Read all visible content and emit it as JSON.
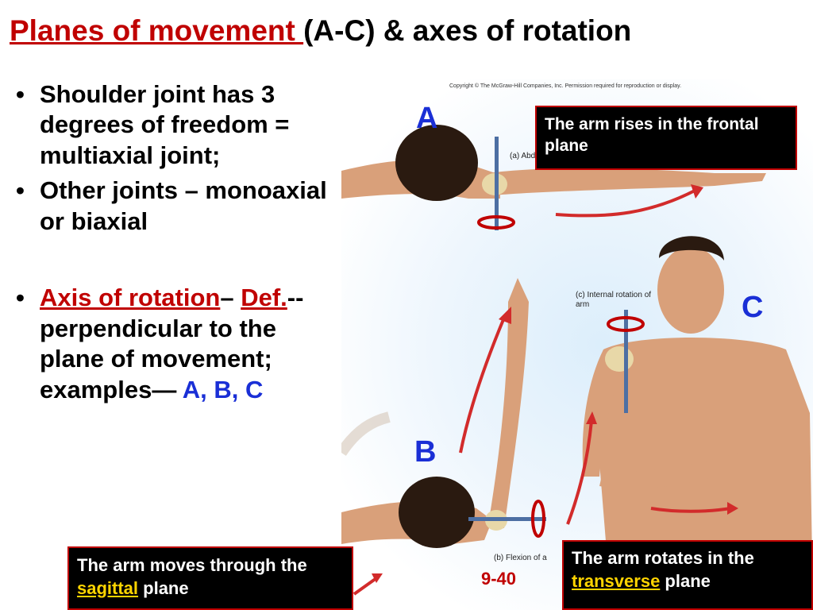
{
  "title": {
    "highlight": "Planes of movement ",
    "rest": "(A-C) & axes of rotation"
  },
  "bullets": {
    "b1": "Shoulder joint has 3 degrees of freedom = multiaxial joint;",
    "b2": "Other joints – monoaxial or biaxial",
    "b3": {
      "term": "Axis of rotation",
      "dash": "–",
      "def_label": "Def.",
      "def_text": "--perpendicular to the plane of movement; examples— ",
      "examples": "A, B, C"
    }
  },
  "figure": {
    "copyright": "Copyright © The McGraw-Hill Companies, Inc. Permission required for reproduction or display.",
    "label_a": "A",
    "label_b": "B",
    "label_c": "C",
    "sub_a": "(a) Abd",
    "sub_b": "(b) Flexion of a",
    "sub_c": "(c) Internal rotation of arm",
    "fig_number": "9-40"
  },
  "callouts": {
    "a": "The arm rises in the frontal plane",
    "b": {
      "pre": "The arm  moves through the ",
      "term": "sagittal",
      "post": " plane"
    },
    "c": {
      "pre": "The arm rotates in the ",
      "term": "transverse",
      "post": " plane"
    }
  },
  "colors": {
    "red": "#c00000",
    "blue": "#1a2fd6",
    "callout_bg": "#000000",
    "accent_yellow": "#ffd400"
  }
}
